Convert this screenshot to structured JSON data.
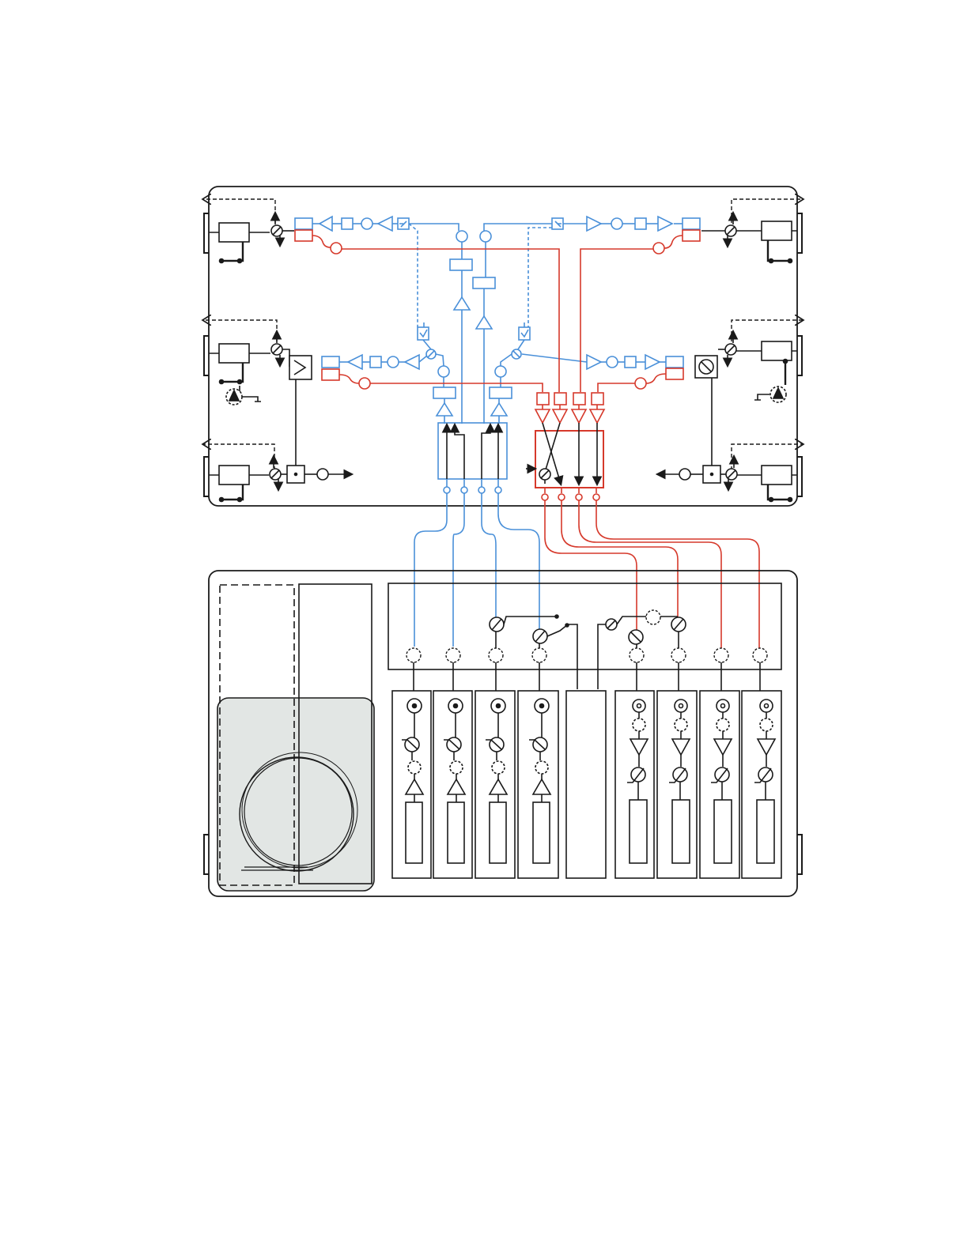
{
  "colors": {
    "background": "#ffffff",
    "line": "#1a1a1a",
    "blue": "#4a90d9",
    "red": "#d6392b",
    "gray_panel": "#e2e6e4"
  },
  "labels": {},
  "upper_unit": {
    "left_blue_chain": [
      "beam-splitter",
      "amplifier",
      "modulator",
      "detector",
      "amplifier",
      "switch"
    ],
    "right_blue_chain": [
      "switch",
      "amplifier",
      "detector",
      "modulator",
      "amplifier",
      "beam-splitter"
    ],
    "red_combiner_count": 4,
    "blue_router_channels": 4
  },
  "lower_unit": {
    "blue_module_count": 4,
    "red_module_count": 4,
    "has_center_module": true,
    "has_fiber_spool": true
  }
}
